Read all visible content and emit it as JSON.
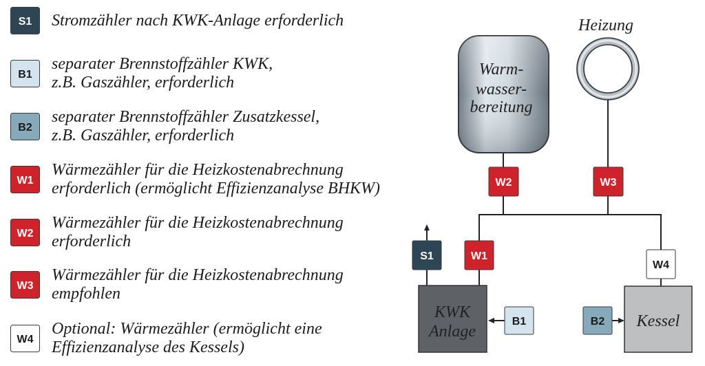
{
  "legend": [
    {
      "code": "S1",
      "lines": [
        "Stromzähler nach KWK-Anlage erforderlich"
      ],
      "color": "#2d4555",
      "text_color": "#ffffff"
    },
    {
      "code": "B1",
      "lines": [
        "separater Brennstoffzähler KWK,",
        "z.B. Gaszähler, erforderlich"
      ],
      "color": "#d3e4ee",
      "text_color": "#1a1a1a"
    },
    {
      "code": "B2",
      "lines": [
        "separater Brennstoffzähler Zusatzkessel,",
        "z.B. Gaszähler, erforderlich"
      ],
      "color": "#87aabb",
      "text_color": "#1a1a1a"
    },
    {
      "code": "W1",
      "lines": [
        "Wärmezähler für die Heizkostenabrechnung",
        "erforderlich (ermöglicht Effizienzanalyse BHKW)"
      ],
      "color": "#d0222a",
      "text_color": "#ffffff"
    },
    {
      "code": "W2",
      "lines": [
        "Wärmezähler für die Heizkostenabrechnung",
        "erforderlich"
      ],
      "color": "#d0222a",
      "text_color": "#ffffff"
    },
    {
      "code": "W3",
      "lines": [
        "Wärmezähler für die Heizkostenabrechnung",
        "empfohlen"
      ],
      "color": "#d0222a",
      "text_color": "#ffffff"
    },
    {
      "code": "W4",
      "lines": [
        "Optional: Wärmezähler (ermöglicht eine",
        "Effizienzanalyse des Kessels)"
      ],
      "color": "#ffffff",
      "text_color": "#1a1a1a"
    }
  ],
  "diagram": {
    "heating_label": "Heizung",
    "tank_label": [
      "Warm-",
      "wasser-",
      "bereitung"
    ],
    "chp_label": [
      "KWK",
      "Anlage"
    ],
    "boiler_label": "Kessel",
    "chp_color": "#5e6165",
    "boiler_color": "#bdbfc1"
  }
}
